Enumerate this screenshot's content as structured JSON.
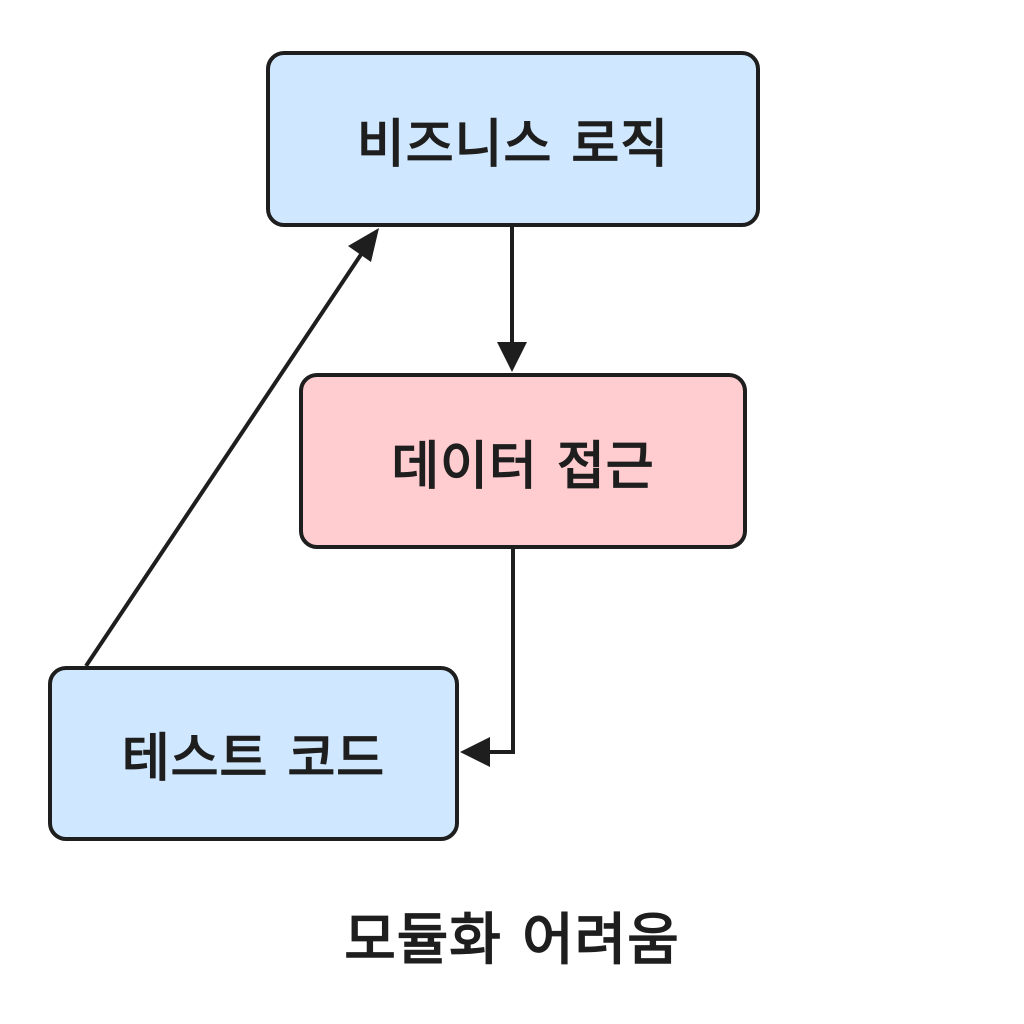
{
  "nodes": {
    "business_logic": {
      "label": "비즈니스 로직",
      "fill": "#d0e8ff"
    },
    "data_access": {
      "label": "데이터 접근",
      "fill": "#ffcccf"
    },
    "test_code": {
      "label": "테스트 코드",
      "fill": "#d0e8ff"
    }
  },
  "edges": [
    {
      "from": "비즈니스 로직",
      "to": "데이터 접근"
    },
    {
      "from": "데이터 접근",
      "to": "테스트 코드"
    },
    {
      "from": "테스트 코드",
      "to": "비즈니스 로직"
    }
  ],
  "caption": "모듈화 어려움",
  "colors": {
    "stroke": "#1e1e1e",
    "text": "#1e1e1e",
    "background": "#ffffff"
  }
}
